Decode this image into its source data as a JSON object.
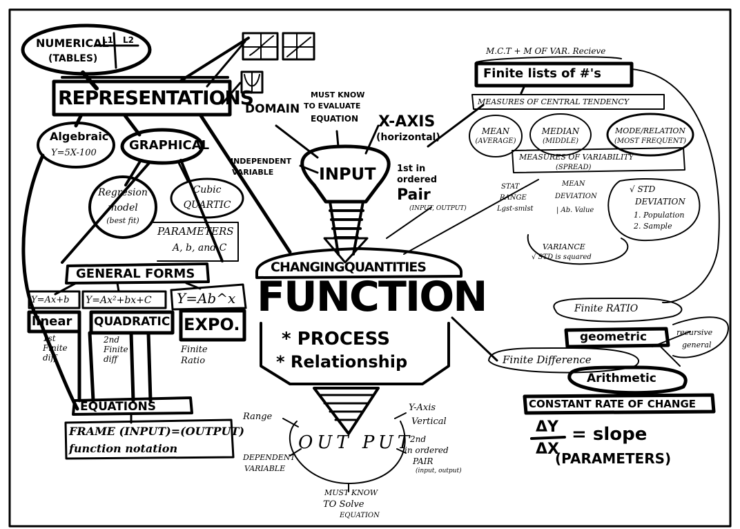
{
  "center": {
    "changing_quantities": "CHANGINGQUANTITIES",
    "function_label": "FUNCTION",
    "process": "* PROCESS",
    "relationship": "* Relationship",
    "input": "INPUT",
    "output": "OUT PUT"
  },
  "representations": {
    "title": "REPRESENTATIONS",
    "numerical": "NUMERICAL",
    "tables": "(TABLES)",
    "table_cells": [
      "L1",
      "L2"
    ],
    "algebraic": "Algebraic",
    "algebraic_example": "Y=5X-100",
    "graphical": "GRAPHICAL",
    "regression": [
      "Regresion",
      "model",
      "(best fit)"
    ],
    "cubic_quartic": [
      "Cubic",
      "QUARTIC"
    ],
    "parameters": [
      "PARAMETERS",
      "A, b, and C"
    ]
  },
  "general_forms": {
    "title": "GENERAL FORMS",
    "forms": [
      "Y=Ax+b",
      "Y=Ax²+bx+C",
      "Y=Ab^x"
    ],
    "types": [
      "linear",
      "QUADRATIC",
      "EXPO."
    ],
    "diffs": [
      [
        "1st",
        "Finite",
        "diff"
      ],
      [
        "2nd",
        "Finite",
        "diff"
      ],
      [
        "Finite",
        "Ratio"
      ]
    ],
    "equations": "EQUATIONS",
    "notation_line1": "FRAME (INPUT)=(OUTPUT)",
    "notation_line2": "function notation"
  },
  "input_side": {
    "domain": "DOMAIN",
    "must_know_evaluate": [
      "MUST KNOW",
      "TO EVALUATE",
      "EQUATION"
    ],
    "x_axis": [
      "X-AXIS",
      "(horizontal)"
    ],
    "independent_variable": [
      "INDEPENDENT",
      "VARIABLE"
    ],
    "first_ordered_pair": [
      "1st in",
      "ordered",
      "Pair"
    ],
    "pair_note": "(INPUT, OUTPUT)"
  },
  "output_side": {
    "range": "Range",
    "dependent_variable": [
      "DEPENDENT",
      "VARIABLE"
    ],
    "y_axis": [
      "Y-Axis",
      "Vertical"
    ],
    "second_ordered_pair": [
      "2nd",
      "in ordered",
      "PAIR",
      "(input, output)"
    ],
    "must_know_solve": [
      "MUST KNOW",
      "TO Solve",
      "EQUATION"
    ]
  },
  "statistics": {
    "header_note": "M.C.T + M OF VAR. Recieve",
    "finite_lists": "Finite lists of #'s",
    "central_tendency": "MEASURES OF CENTRAL TENDENCY",
    "mean": [
      "MEAN",
      "(AVERAGE)"
    ],
    "median": [
      "MEDIAN",
      "(MIDDLE)"
    ],
    "mode": [
      "MODE/RELATION",
      "(MOST FREQUENT)"
    ],
    "variability": [
      "MEASURES OF VARIABILITY",
      "(SPREAD)"
    ],
    "stat_range": [
      "STAT",
      "RANGE",
      "Lgst-smlst"
    ],
    "mean_deviation": [
      "MEAN",
      "DEVIATION",
      "| Ab. Value"
    ],
    "std_deviation": [
      "√ STD",
      "DEVIATION",
      "1. Population",
      "2. Sample"
    ],
    "variance": [
      "VARIANCE",
      "√ STD is squared"
    ]
  },
  "sequences": {
    "finite_ratio": "Finite RATIO",
    "geometric": "geometric",
    "recursive": [
      "recursive",
      "general"
    ],
    "finite_difference": "Finite Difference",
    "arithmetic": "Arithmetic",
    "constant_rate": "CONSTANT RATE OF CHANGE",
    "delta_y": "ΔY",
    "delta_x": "ΔX",
    "slope": "= slope",
    "parameters": "(PARAMETERS)"
  }
}
